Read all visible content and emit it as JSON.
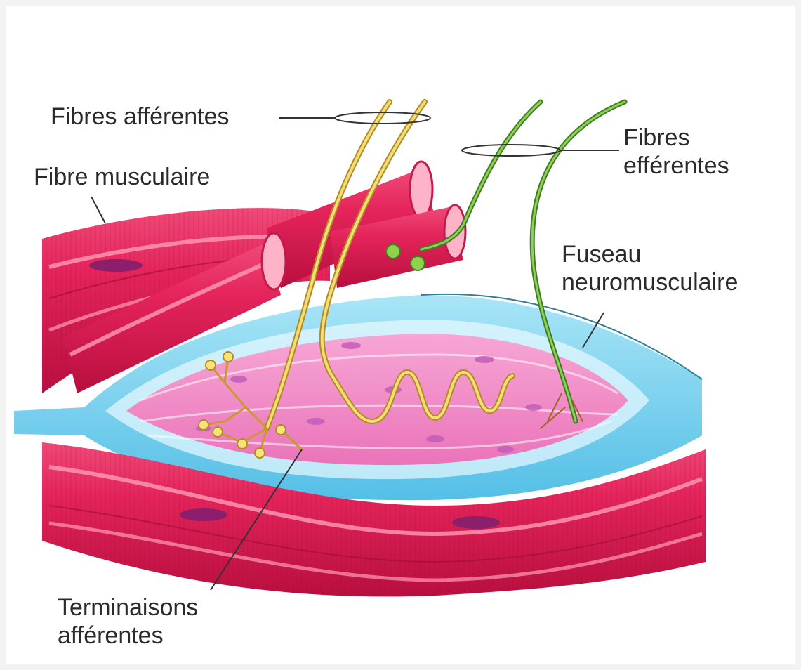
{
  "labels": {
    "afferent_fibers": "Fibres afférentes",
    "muscle_fiber": "Fibre musculaire",
    "efferent_fibers": [
      "Fibres",
      "efférentes"
    ],
    "spindle": [
      "Fuseau",
      "neuromusculaire"
    ],
    "afferent_endings": [
      "Terminaisons",
      "afférentes"
    ]
  },
  "colors": {
    "muscle": "#e4245a",
    "muscle_dark": "#b80f3e",
    "muscle_highlight": "#ff9bb5",
    "nucleus": "#8b1f6b",
    "spindle_capsule": "#7fd2ef",
    "spindle_inner": "#f48ac8",
    "afferent_nerve": "#e8c95a",
    "efferent_nerve": "#6aa63a",
    "label_text": "#2a2a2a"
  }
}
